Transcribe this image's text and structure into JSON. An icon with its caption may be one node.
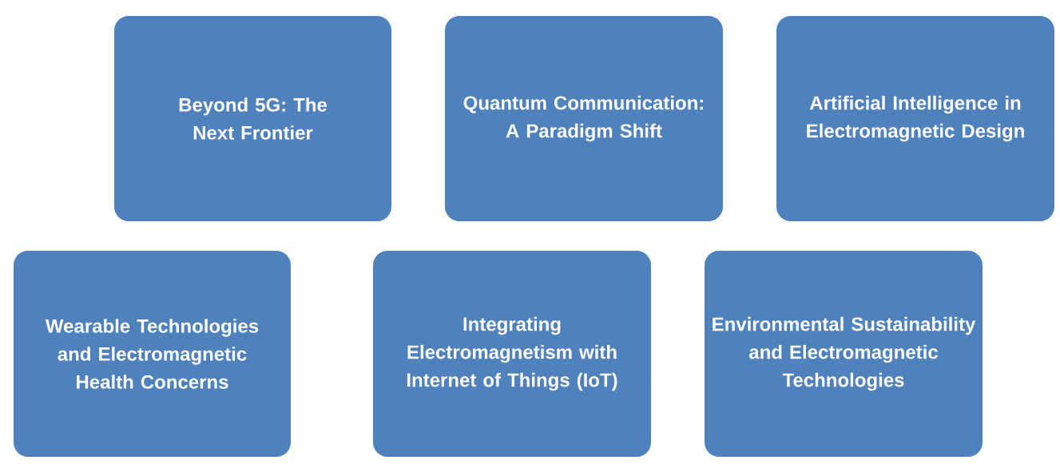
{
  "diagram": {
    "nodes": [
      {
        "text": [
          "Beyond 5G: The Next Frontier"
        ]
      },
      {
        "text": [
          "Quantum Communication: A Paradigm Shift"
        ]
      },
      {
        "text": [
          "Artificial Intelligence in Electromagnetic Design"
        ]
      },
      {
        "text": [
          "Wearable Technologies and Electromagnetic Health Concerns"
        ]
      },
      {
        "text": [
          "Integrating Electromagnetism with Internet of Things (IoT)"
        ]
      },
      {
        "text": [
          "Environmental Sustainability and Electromagnetic Technologies"
        ]
      }
    ]
  }
}
